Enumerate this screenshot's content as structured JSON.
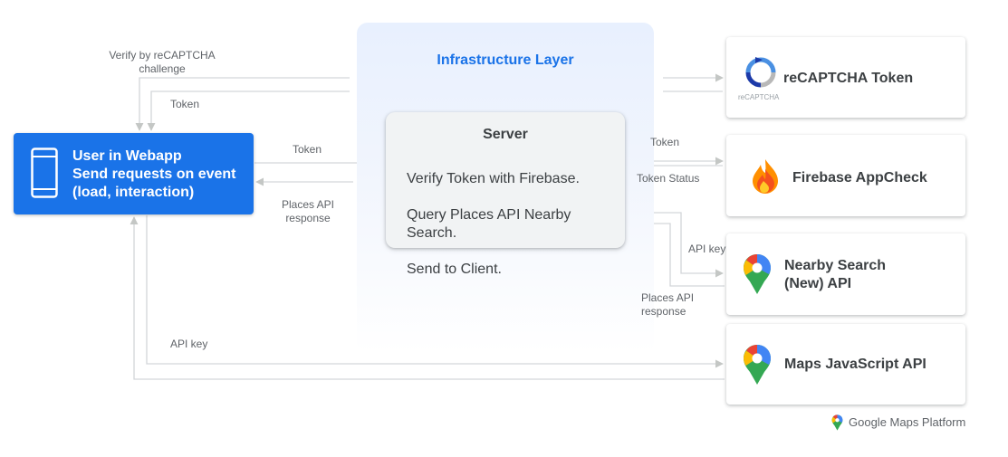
{
  "infrastructure": {
    "title": "Infrastructure Layer"
  },
  "server": {
    "title": "Server",
    "lines": [
      "Verify Token with Firebase.",
      "Query Places API Nearby Search.",
      "Send to Client."
    ]
  },
  "client": {
    "lines": [
      "User in Webapp",
      "Send requests on event",
      "(load, interaction)"
    ]
  },
  "services": [
    {
      "name": "recaptcha",
      "label": "reCAPTCHA Token",
      "sub_label": "reCAPTCHA",
      "icon": "recaptcha-icon"
    },
    {
      "name": "firebase",
      "label": "Firebase AppCheck",
      "icon": "firebase-flame-icon"
    },
    {
      "name": "nearby",
      "label_lines": [
        "Nearby Search",
        "(New) API"
      ],
      "icon": "maps-pin-icon"
    },
    {
      "name": "mapsjs",
      "label": "Maps JavaScript API",
      "icon": "maps-pin-icon"
    }
  ],
  "edge_labels": {
    "verify_recaptcha": [
      "Verify by reCAPTCHA",
      "challenge"
    ],
    "token_return": "Token",
    "token_to_server": "Token",
    "places_response_client": [
      "Places API",
      "response"
    ],
    "token_firebase": "Token",
    "token_status": "Token Status",
    "api_key_server": "API key",
    "places_response_server": [
      "Places API",
      "response"
    ],
    "api_key_client": "API key"
  },
  "footer": {
    "brand": "Google Maps Platform"
  },
  "colors": {
    "primary_blue": "#1a73e8",
    "line_gray": "#dadce0",
    "text_gray": "#3c4043",
    "maps_red": "#ea4335",
    "maps_yellow": "#fbbc04",
    "maps_green": "#34a853",
    "maps_blue": "#4285f4",
    "firebase_orange": "#f57c00"
  }
}
